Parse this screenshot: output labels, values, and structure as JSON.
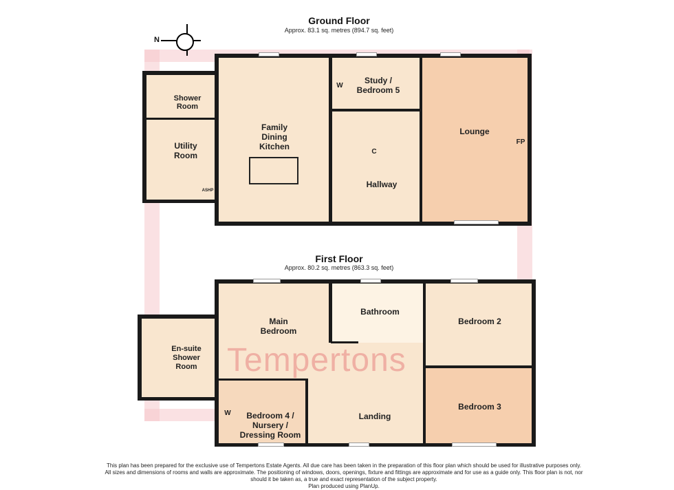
{
  "ground_floor": {
    "title": "Ground Floor",
    "area": "Approx. 83.1 sq. metres (894.7 sq. feet)",
    "rooms": [
      "Shower Room",
      "Family Dining Kitchen",
      "Study / Bedroom 5",
      "Lounge",
      "Utility Room",
      "Hallway"
    ],
    "markers": {
      "wardrobe": "W",
      "cupboard": "C",
      "fireplace": "FP",
      "ashp": "ASHP"
    }
  },
  "first_floor": {
    "title": "First Floor",
    "area": "Approx. 80.2 sq. metres (863.3 sq. feet)",
    "rooms": [
      "Main Bedroom",
      "Bathroom",
      "Bedroom 2",
      "En-suite Shower Room",
      "Bedroom 3",
      "Landing",
      "Bedroom 4 / Nursery / Dressing Room"
    ],
    "markers": {
      "wardrobe": "W"
    }
  },
  "compass": {
    "label": "N"
  },
  "watermark": "Tempertons",
  "disclaimer": "This plan has been prepared for the exclusive use of Tempertons Estate Agents. All due care has been taken in the preparation of this floor plan which should be used for illustrative purposes only. All sizes and dimensions of rooms and walls are approximate. The positioning of windows, doors, openings, fixture and fittings are approximate and for use as a guide only. This floor plan is not, nor should it be taken as, a true and exact representation of the subject property.",
  "credit": "Plan produced using PlanUp."
}
